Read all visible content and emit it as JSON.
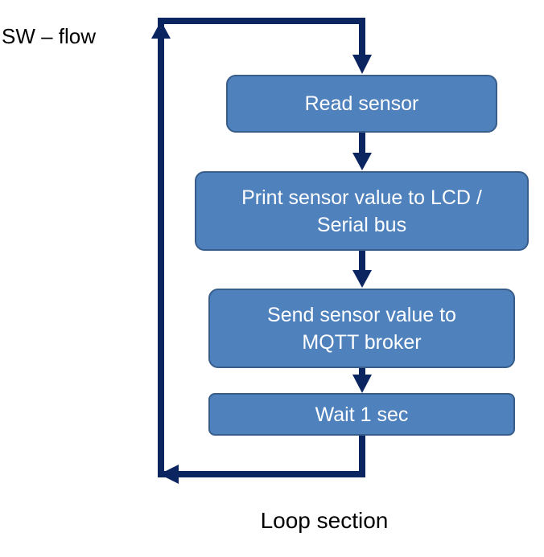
{
  "title": "SW – flow",
  "steps": [
    {
      "label": "Read sensor"
    },
    {
      "label_line1": "Print sensor value to LCD /",
      "label_line2": "Serial bus"
    },
    {
      "label_line1": "Send sensor value to",
      "label_line2": "MQTT broker"
    },
    {
      "label": "Wait 1 sec"
    }
  ],
  "footer": "Loop section",
  "colors": {
    "box_fill": "#4f81bd",
    "box_border": "#385d8a",
    "arrow": "#0b2561",
    "box_text": "#ffffff"
  }
}
